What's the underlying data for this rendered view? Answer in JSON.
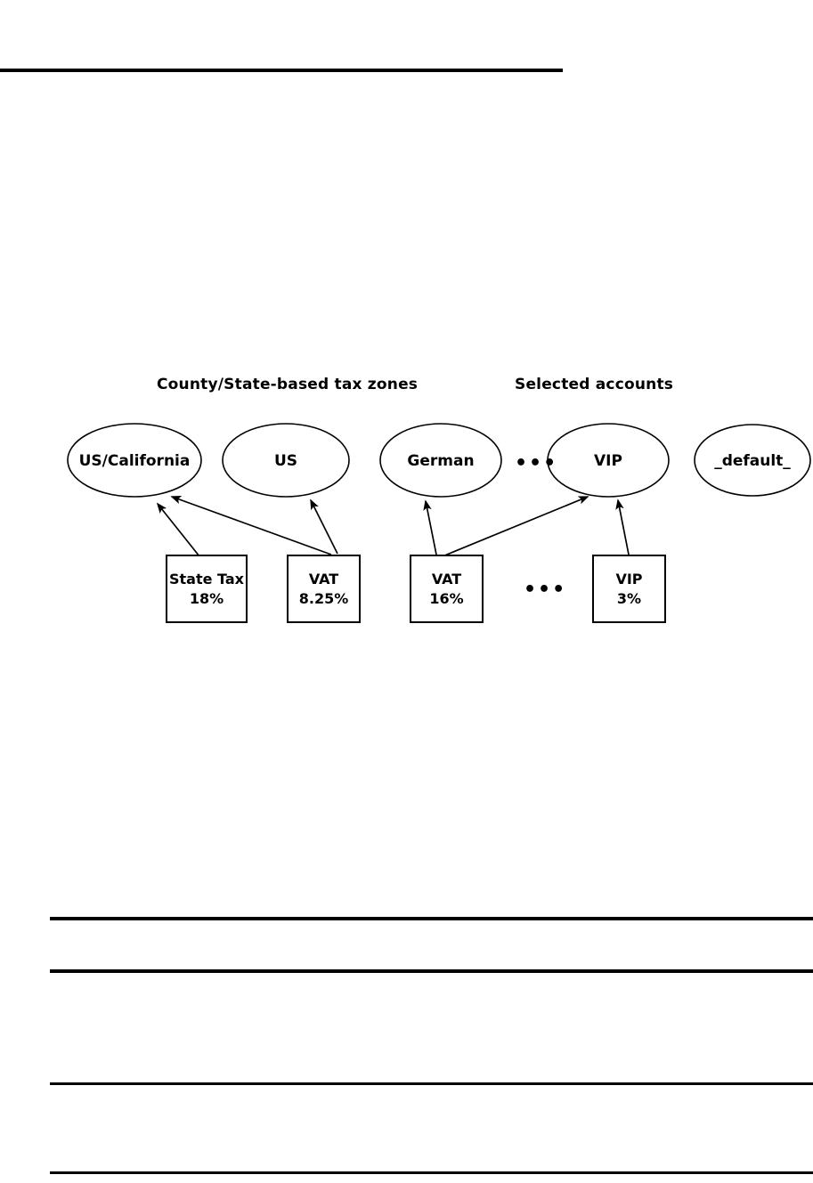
{
  "page": {
    "background": "#ffffff",
    "ink": "#000000"
  },
  "rules": {
    "top": "",
    "bottom_1": "",
    "bottom_2": "",
    "bottom_3": "",
    "bottom_4": ""
  },
  "figure": {
    "group_labels": {
      "zones": "County/State-based tax zones",
      "accounts": "Selected accounts"
    },
    "ellipsis_nodes": "•••",
    "ellipsis_boxes": "•••",
    "nodes": [
      {
        "id": "us-california",
        "label": "US/California"
      },
      {
        "id": "us",
        "label": "US"
      },
      {
        "id": "german",
        "label": "German"
      },
      {
        "id": "vip",
        "label": "VIP"
      },
      {
        "id": "default",
        "label": "_default_"
      }
    ],
    "boxes": [
      {
        "id": "state-tax",
        "name": "State Tax",
        "rate": "18%"
      },
      {
        "id": "vat-825",
        "name": "VAT",
        "rate": "8.25%"
      },
      {
        "id": "vat-16",
        "name": "VAT",
        "rate": "16%"
      },
      {
        "id": "vip-3",
        "name": "VIP",
        "rate": "3%"
      }
    ],
    "edges": [
      {
        "from": "state-tax",
        "to": "us-california"
      },
      {
        "from": "vat-825",
        "to": "us-california"
      },
      {
        "from": "vat-825",
        "to": "us"
      },
      {
        "from": "vat-16",
        "to": "german"
      },
      {
        "from": "vat-16",
        "to": "vip"
      },
      {
        "from": "vip-3",
        "to": "vip"
      }
    ]
  }
}
